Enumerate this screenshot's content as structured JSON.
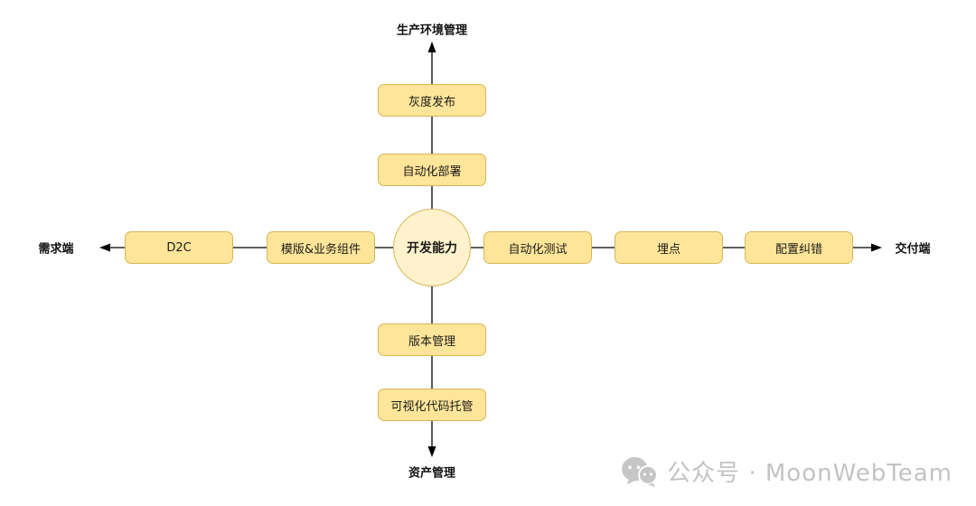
{
  "diagram": {
    "center_node": "开发能力",
    "axis_top": {
      "label": "生产环境管理",
      "nodes": [
        "灰度发布",
        "自动化部署"
      ]
    },
    "axis_bottom": {
      "label": "资产管理",
      "nodes": [
        "版本管理",
        "可视化代码托管"
      ]
    },
    "axis_left": {
      "label": "需求端",
      "nodes": [
        "D2C",
        "模版&业务组件"
      ]
    },
    "axis_right": {
      "label": "交付端",
      "nodes": [
        "自动化测试",
        "埋点",
        "配置纠错"
      ]
    },
    "colors": {
      "node_fill": "#FFE599",
      "node_border": "#D6B656",
      "center_fill": "#FFF2CC",
      "center_border": "#D6B656",
      "line": "#000000"
    }
  },
  "watermark": {
    "icon": "wechat-official-account-icon",
    "text": "公众号 · MoonWebTeam"
  }
}
